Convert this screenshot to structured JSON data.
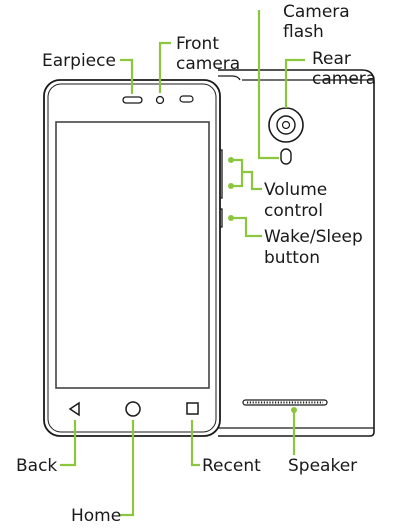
{
  "labels": {
    "camera_flash": [
      "Camera",
      "flash"
    ],
    "rear_camera": [
      "Rear",
      "camera"
    ],
    "earpiece": "Earpiece",
    "front_camera": [
      "Front",
      "camera"
    ],
    "volume_control": [
      "Volume",
      "control"
    ],
    "wake_sleep": [
      "Wake/Sleep",
      "button"
    ],
    "back": "Back",
    "home": "Home",
    "recent": "Recent",
    "speaker": "Speaker"
  },
  "colors": {
    "leader": "#8cc63f",
    "outline": "#1a1a1a",
    "screen_frame": "#444444"
  },
  "icons": {
    "back": "back-triangle-icon",
    "home": "home-circle-icon",
    "recent": "recent-square-icon"
  }
}
